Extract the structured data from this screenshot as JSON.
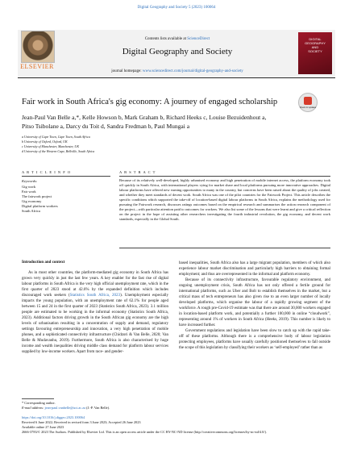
{
  "citation": "Digital Geography and Society 5 (2023) 100064",
  "header": {
    "contents_prefix": "Contents lists available at ",
    "contents_link": "ScienceDirect",
    "journal_title": "Digital Geography and Society",
    "homepage_prefix": "journal homepage: ",
    "homepage_link": "www.sciencedirect.com/journal/digital-geography-and-society",
    "publisher_logo_text": "ELSEVIER",
    "cover_lines": [
      "DIGITAL",
      "GEOGRAPHY",
      "AND",
      "SOCIETY"
    ],
    "crossmark_label": "Check for updates"
  },
  "article": {
    "title": "Fair work in South Africa's gig economy: A journey of engaged scholarship",
    "authors_line1": "Jean-Paul Van Belle a,*, Kelle Howson b, Mark Graham b, Richard Heeks c, Louise Bezuidenhout a,",
    "authors_line2": "Pitso Tsibolane a, Darcy du Toit d, Sandra Fredman b, Paul Mungai a",
    "affiliations": [
      "a University of Cape Town, Cape Town, South Africa",
      "b University of Oxford, Oxford, UK",
      "c University of Manchester, Manchester, UK",
      "d University of the Western Cape, Bellville, South Africa"
    ]
  },
  "article_info": {
    "label": "A R T I C L E   I N F O",
    "keywords_heading": "Keywords:",
    "keywords": [
      "Gig work",
      "Fair work",
      "The fairwork project",
      "Gig economy",
      "Digital platform workers",
      "South Africa"
    ]
  },
  "abstract": {
    "label": "A B S T R A C T",
    "text": "Because of its relatively well-developed, highly urbanised economy and high penetration of mobile internet access, the platform economy took off quickly in South Africa, with international players vying for market share and local platforms pursuing more innovative approaches. Digital labour platforms have offered new earning opportunities to many in the country, but concerns have been raised about the quality of jobs created, and whether they meet standards of decent work. South Africa was one of the pilot countries for the Fairwork Project. This article describes the specific conditions which supported the take-off of location-based digital labour platforms in South Africa, explains the methodology used for pursuing the Fairwork research, discusses ratings outcomes based on the empirical research and summarises the action research component of the project—with particular attention paid to outcomes for workers. We also list some of the lessons that were learnt and give a critical reflection on the project in the hope of assisting other researchers investigating the fourth industrial revolution, the gig economy, and decent work standards, especially in the Global South."
  },
  "introduction": {
    "heading": "Introduction and context",
    "left": [
      {
        "text": "As in most other countries, the platform-mediated gig economy in South Africa has grown very quickly in just the last few years. A key enabler for the fast rise of digital labour platforms in South Africa is the very high official unemployment rate, which in the first quarter of 2023 stood at 42.6% by the expanded definition which includes discouraged work seekers (",
        "link": "Statistics South Africa, 2023",
        "after": "). Unemployment especially impacts the young population, with an unemployment rate of 62.1% for people aged between 15 and 24 in the first quarter of 2023 (Statistics South Africa, 2023). 3.1 million people are estimated to be working in the informal economy (Statistics South Africa, 2023). Additional factors driving growth in the South African gig economy are the high levels of urbanisation resulting in a concentration of supply and demand, regulatory settings favouring entrepreneurship and innovation, a very high penetration of mobile phones, and a sophisticated connectivity infrastructure (Chidzori & Van Belle, 2020; Van Belle & Mudavanhu, 2019). Furthermore, South Africa is also characterised by huge income and wealth inequalities driving middle class demand for platform labour services supplied by low-income workers. Apart from race- and gender-"
      }
    ],
    "right": [
      "based inequalities, South Africa also has a large migrant population, members of which also experience labour market discrimination and particularly high barriers to obtaining formal employment; and thus are overrepresented in the informal and platform economy.",
      "Because of its connectivity infrastructure, favourable regulatory environment, and ongoing unemployment crisis, South Africa has not only offered a fertile ground for international platforms, such as Uber and Bolt to establish themselves in the market, but a critical mass of tech entrepreneurs has also given rise to an even larger number of locally developed platforms, which organise the labour of a rapidly growing segment of the workforce. A rough pre-Covid-19 estimate was that there are around 30,000 workers engaged in location-based platform work, and potentially a further 100,000 in online “cloudwork”, representing around 1% of workers in South Africa (Heeks, 2019). This number is likely to have increased further.",
      "Government regulations and legislation have been slow to catch up with the rapid take-off of these platforms. Although there is a comprehensive body of labour legislation protecting employees, platforms have usually carefully positioned themselves to fall outside the scope of this legislation by classifying their workers as ‘self-employed’ rather than as"
    ]
  },
  "footnotes": {
    "corresponding": "* Corresponding author.",
    "email_prefix": "E-mail address: ",
    "email_link": "jean-paul.vanbelle@uct.ac.za",
    "email_suffix": " (J.-P. Van Belle).",
    "doi": "https://doi.org/10.1016/j.diggeo.2023.100064",
    "received": "Received 6 June 2022; Received in revised form 3 June 2023; Accepted 26 June 2023",
    "available": "Available online 27 June 2023",
    "license": "2666-3783/© 2023 The Authors. Published by Elsevier Ltd. This is an open access article under the CC BY-NC-ND license (http://creativecommons.org/licenses/by-nc-nd/4.0/)."
  }
}
